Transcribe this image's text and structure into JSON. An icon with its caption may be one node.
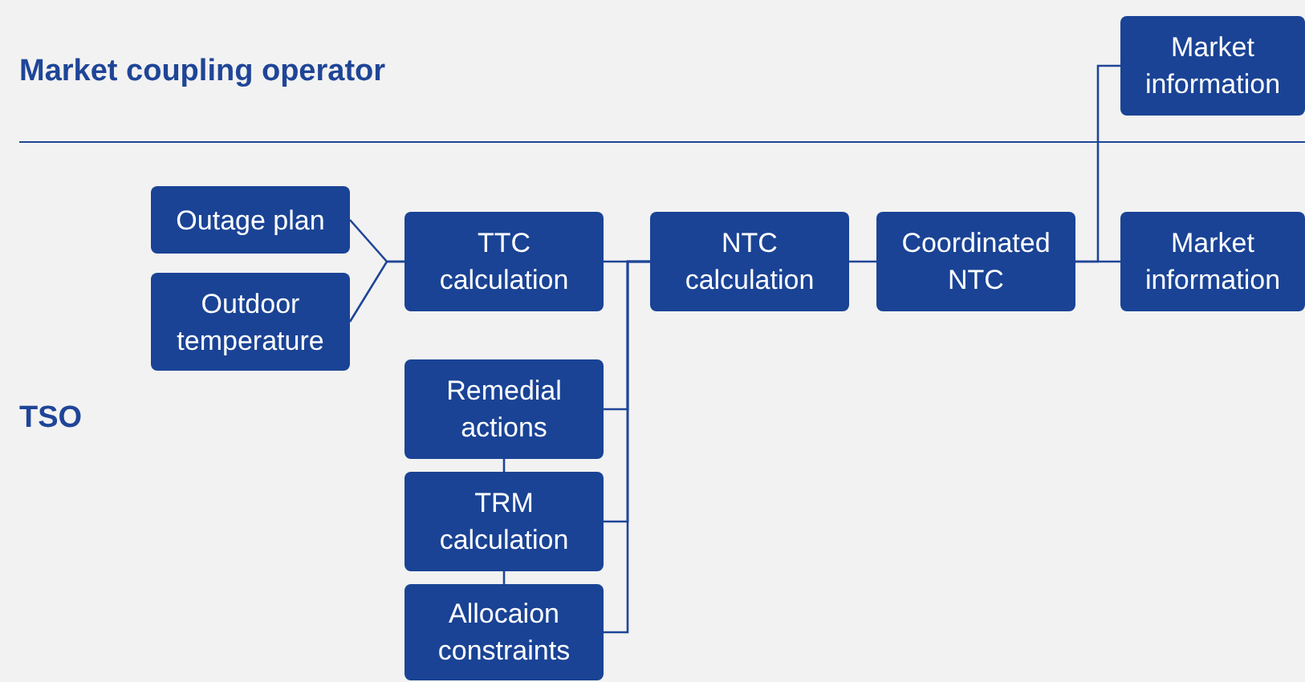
{
  "diagram": {
    "nodes": [
      {
        "text": [
          "Outage plan"
        ]
      },
      {
        "text": [
          "Outdoor temperature"
        ]
      },
      {
        "text": [
          "TTC calculation"
        ]
      },
      {
        "text": [
          "NTC calculation"
        ]
      },
      {
        "text": [
          "Coordinated NTC"
        ]
      },
      {
        "text": [
          "Market information"
        ]
      },
      {
        "text": [
          "Market information"
        ]
      },
      {
        "text": [
          "Remedial actions"
        ]
      },
      {
        "text": [
          "TRM calculation"
        ]
      },
      {
        "text": [
          "Allocaion constraints"
        ]
      }
    ],
    "edges": [
      {
        "from": 0,
        "to": 2,
        "arrow": "none"
      },
      {
        "from": 1,
        "to": 2,
        "arrow": "none"
      },
      {
        "from": 2,
        "to": 3,
        "arrow": "none"
      },
      {
        "from": 7,
        "to": 3,
        "arrow": "none"
      },
      {
        "from": 8,
        "to": 3,
        "arrow": "none"
      },
      {
        "from": 9,
        "to": 3,
        "arrow": "none"
      },
      {
        "from": 7,
        "to": 8,
        "arrow": "none"
      },
      {
        "from": 8,
        "to": 9,
        "arrow": "none"
      },
      {
        "from": 3,
        "to": 4,
        "arrow": "none"
      },
      {
        "from": 4,
        "to": 6,
        "arrow": "none"
      },
      {
        "from": 4,
        "to": 5,
        "arrow": "none"
      }
    ],
    "labels": [
      "Market coupling operator",
      "TSO"
    ]
  }
}
